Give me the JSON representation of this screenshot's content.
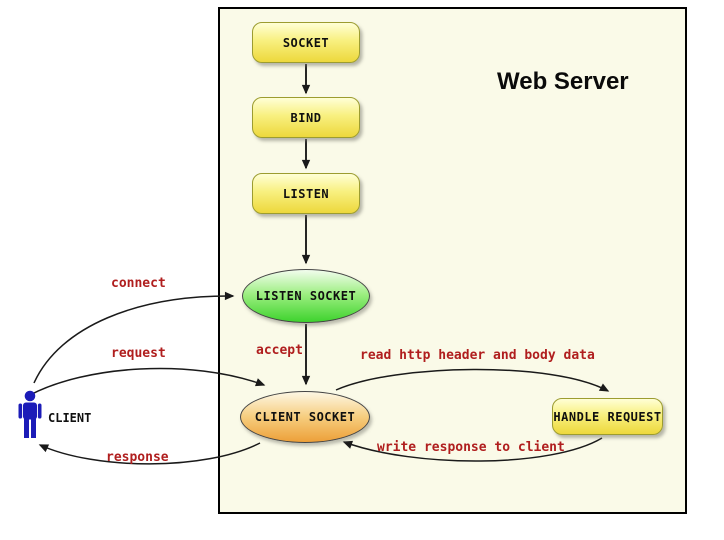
{
  "title": "Web Server",
  "nodes": {
    "socket": {
      "label": "SOCKET"
    },
    "bind": {
      "label": "BIND"
    },
    "listen": {
      "label": "LISTEN"
    },
    "listen_socket": {
      "label": "LISTEN SOCKET"
    },
    "client_socket": {
      "label": "CLIENT SOCKET"
    },
    "handle_request": {
      "label": "HANDLE REQUEST"
    },
    "client": {
      "label": "CLIENT"
    }
  },
  "edges": {
    "connect": {
      "label": "connect"
    },
    "request": {
      "label": "request"
    },
    "response": {
      "label": "response"
    },
    "accept": {
      "label": "accept"
    },
    "read_http": {
      "label": "read http header and body data"
    },
    "write_response": {
      "label": "write response to client"
    }
  },
  "icons": {
    "client_person": "person-icon"
  },
  "colors": {
    "server_background": "#fafae8",
    "server_border": "#000000",
    "process_box_top": "#ffffd6",
    "process_box_bottom": "#edd83c",
    "process_box_border": "#9c9c30",
    "listen_socket_top": "#f2fdee",
    "listen_socket_bottom": "#3ed32e",
    "client_socket_top": "#fdf7e4",
    "client_socket_bottom": "#eda039",
    "edge_label": "#b01e1e",
    "arrow": "#1a1a1a",
    "client_icon": "#1c1cb8"
  }
}
